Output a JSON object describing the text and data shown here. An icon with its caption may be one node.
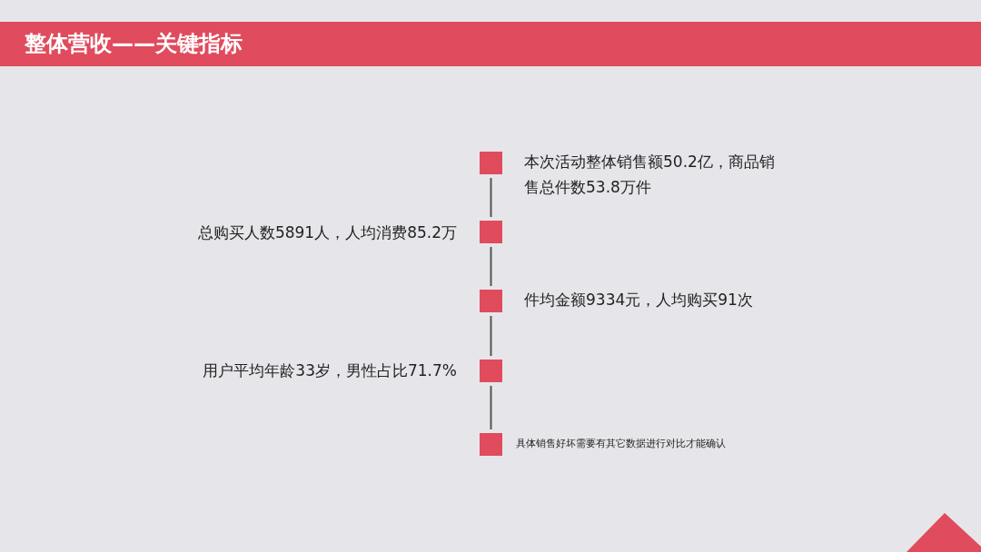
{
  "diagram": {
    "title": "整体营收——关键指标",
    "nodes": [
      {
        "text": [],
        "shape": "box",
        "beside": [
          "本次活动整体销售额50.2亿，商品销售总件数53.8万件"
        ]
      },
      {
        "text": [],
        "shape": "box",
        "beside": [
          "总购买人数5891人，人均消费85.2万"
        ]
      },
      {
        "text": [],
        "shape": "box",
        "beside": [
          "件均金额9334元，人均购买91次"
        ]
      },
      {
        "text": [],
        "shape": "box",
        "beside": [
          "用户平均年龄33岁，男性占比71.7%"
        ]
      },
      {
        "text": [],
        "shape": "box",
        "beside": [
          "具体销售好坏需要有其它数据进行对比才能确认"
        ]
      }
    ],
    "edges": [
      {
        "from": 0,
        "to": 1,
        "arrow": "none"
      },
      {
        "from": 1,
        "to": 2,
        "arrow": "none"
      },
      {
        "from": 2,
        "to": 3,
        "arrow": "none"
      },
      {
        "from": 3,
        "to": 4,
        "arrow": "none"
      }
    ]
  }
}
